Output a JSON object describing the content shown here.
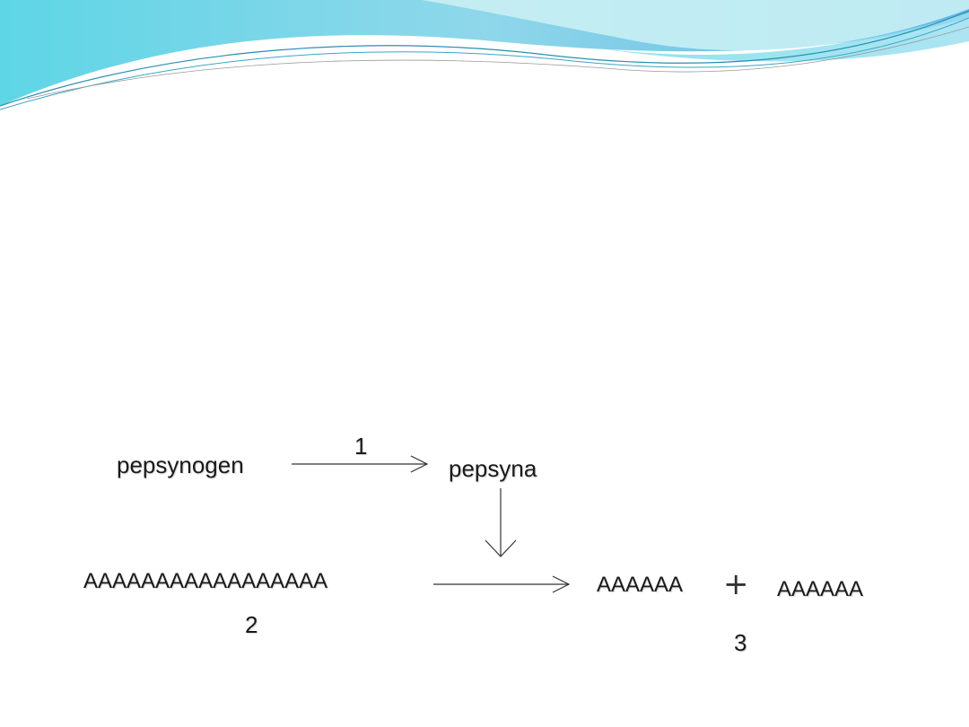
{
  "colors": {
    "wave_light": "#a6e6ee",
    "wave_mid": "#6dd0e0",
    "wave_dark": "#4fb8d8",
    "wave_line": "#2a8fb0",
    "text": "#1a1a1a",
    "arrow": "#333333"
  },
  "diagram": {
    "start_label": "pepsynogen",
    "arrow1_label": "1",
    "enzyme_label": "pepsyna",
    "substrate_label": "AAAAAAAAAAAAAAAAA",
    "substrate_number": "2",
    "product_a": "AAAAAA",
    "plus_sign": "+",
    "product_b": "AAAAAA",
    "product_number": "3"
  }
}
